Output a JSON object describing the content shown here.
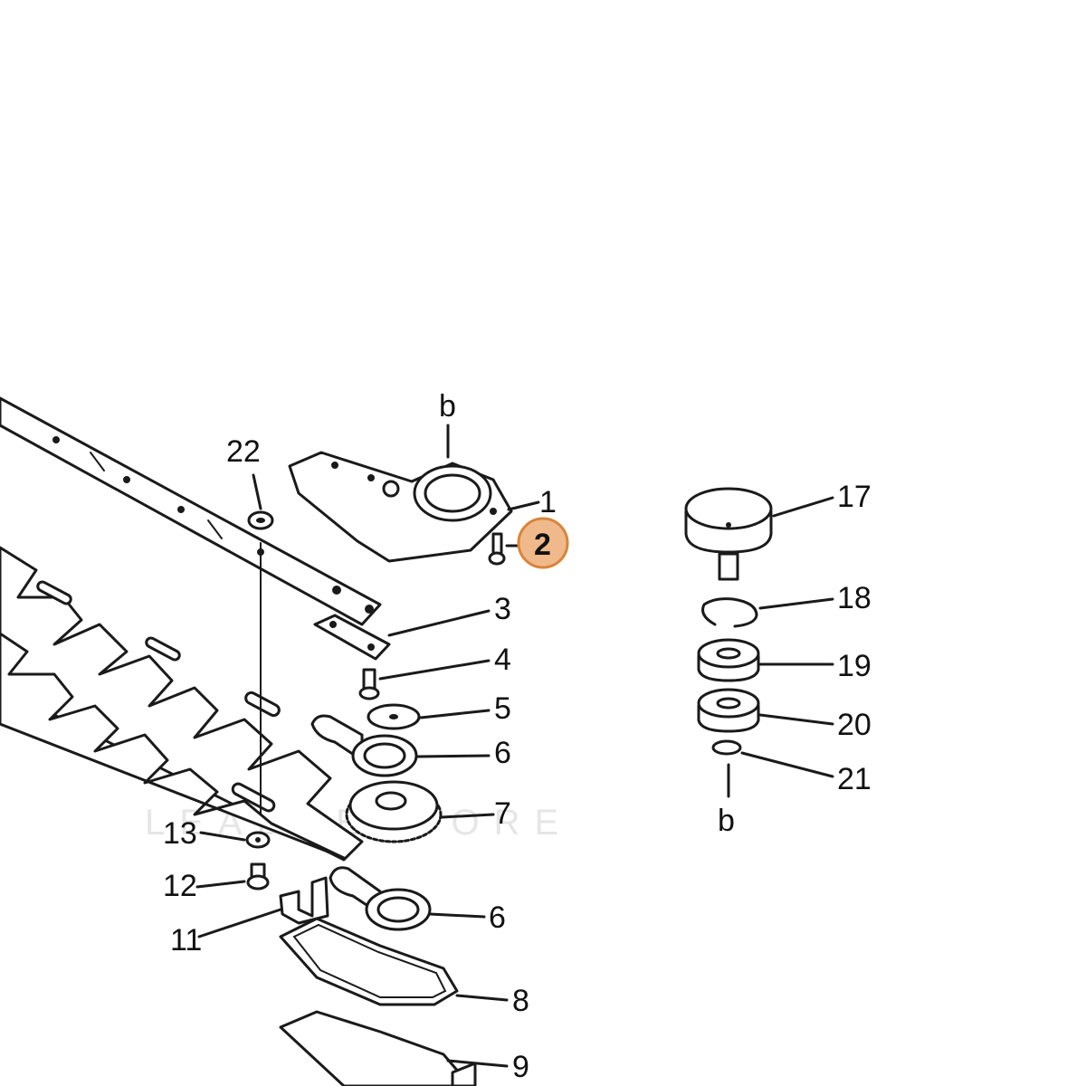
{
  "highlight_color": "#f0b98c",
  "highlight_border": "#d9853b",
  "watermark": "LEADVENTORE",
  "labels": {
    "b_top": "b",
    "b_bottom": "b",
    "p1": "1",
    "p2": "2",
    "p3": "3",
    "p4": "4",
    "p5": "5",
    "p6a": "6",
    "p6b": "6",
    "p7": "7",
    "p8": "8",
    "p9": "9",
    "p11": "11",
    "p12": "12",
    "p13": "13",
    "p17": "17",
    "p18": "18",
    "p19": "19",
    "p20": "20",
    "p21": "21",
    "p22": "22"
  }
}
